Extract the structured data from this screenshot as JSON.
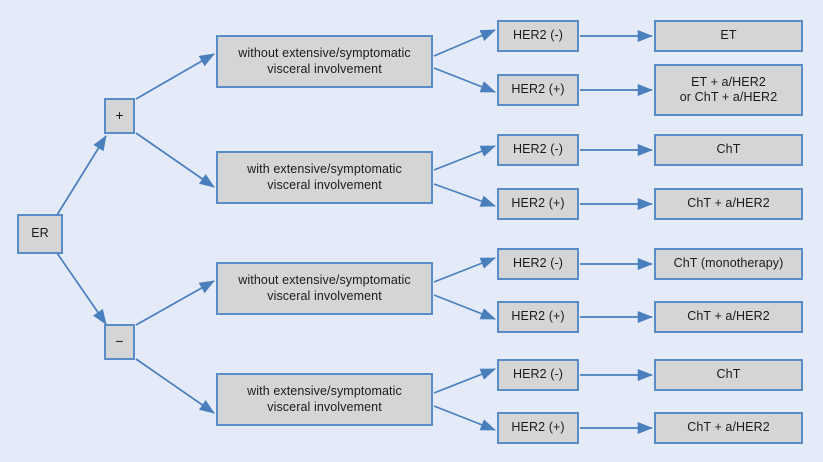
{
  "diagram": {
    "title": "ER / HER2 treatment decision tree",
    "background_color": "#e4eaf8",
    "box_fill_color": "#d5d5d5",
    "box_border_color": "#5a8cc8",
    "arrow_color": "#4a7fbd",
    "text_color": "#1b1b1b"
  },
  "nodes": {
    "root": {
      "label": "ER"
    },
    "er_positive": {
      "label": "+"
    },
    "er_negative": {
      "label": "−"
    },
    "criteria": [
      {
        "label": "without extensive/symptomatic\nvisceral involvement"
      },
      {
        "label": "with extensive/symptomatic\nvisceral involvement"
      },
      {
        "label": "without extensive/symptomatic\nvisceral involvement"
      },
      {
        "label": "with extensive/symptomatic\nvisceral involvement"
      }
    ],
    "her2": [
      {
        "label": "HER2 (-)"
      },
      {
        "label": "HER2 (+)"
      },
      {
        "label": "HER2 (-)"
      },
      {
        "label": "HER2 (+)"
      },
      {
        "label": "HER2 (-)"
      },
      {
        "label": "HER2 (+)"
      },
      {
        "label": "HER2 (-)"
      },
      {
        "label": "HER2 (+)"
      }
    ],
    "treatments": [
      {
        "label": "ET"
      },
      {
        "label": "ET + a/HER2\nor ChT + a/HER2"
      },
      {
        "label": "ChT"
      },
      {
        "label": "ChT + a/HER2"
      },
      {
        "label": "ChT (monotherapy)"
      },
      {
        "label": "ChT + a/HER2"
      },
      {
        "label": "ChT"
      },
      {
        "label": "ChT + a/HER2"
      }
    ]
  },
  "edges": [
    {
      "from": "root",
      "to": "er_positive"
    },
    {
      "from": "root",
      "to": "er_negative"
    },
    {
      "from": "er_positive",
      "to": "criteria.0"
    },
    {
      "from": "er_positive",
      "to": "criteria.1"
    },
    {
      "from": "er_negative",
      "to": "criteria.2"
    },
    {
      "from": "er_negative",
      "to": "criteria.3"
    },
    {
      "from": "criteria.0",
      "to": "her2.0"
    },
    {
      "from": "criteria.0",
      "to": "her2.1"
    },
    {
      "from": "criteria.1",
      "to": "her2.2"
    },
    {
      "from": "criteria.1",
      "to": "her2.3"
    },
    {
      "from": "criteria.2",
      "to": "her2.4"
    },
    {
      "from": "criteria.2",
      "to": "her2.5"
    },
    {
      "from": "criteria.3",
      "to": "her2.6"
    },
    {
      "from": "criteria.3",
      "to": "her2.7"
    },
    {
      "from": "her2.0",
      "to": "treatments.0"
    },
    {
      "from": "her2.1",
      "to": "treatments.1"
    },
    {
      "from": "her2.2",
      "to": "treatments.2"
    },
    {
      "from": "her2.3",
      "to": "treatments.3"
    },
    {
      "from": "her2.4",
      "to": "treatments.4"
    },
    {
      "from": "her2.5",
      "to": "treatments.5"
    },
    {
      "from": "her2.6",
      "to": "treatments.6"
    },
    {
      "from": "her2.7",
      "to": "treatments.7"
    }
  ]
}
